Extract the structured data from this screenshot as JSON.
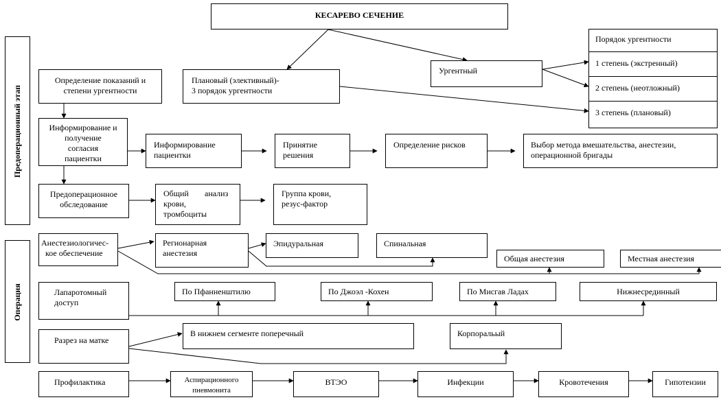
{
  "title": "КЕСАРЕВО СЕЧЕНИЕ",
  "phases": {
    "preop": "Предоперационный этап",
    "operation": "Операция"
  },
  "nodes": {
    "planned_l1": "Плановый  (элективный)-",
    "planned_l2": "3 порядок ургентности",
    "urgent": "Ургентный",
    "urgency_order": "Порядок ургентности",
    "degree1": "1 степень (экстренный)",
    "degree2": "2 степень (неотложный)",
    "degree3": "3 степень (плановый)",
    "indications_l1": "Определение показаний и",
    "indications_l2": "степени ургентности",
    "consent_l1": "Информирование и",
    "consent_l2": "получение",
    "consent_l3": "согласия",
    "consent_l4": "пациентки",
    "inform_l1": "Информирование",
    "inform_l2": "пациентки",
    "decision_l1": "Принятие",
    "decision_l2": "решения",
    "risks": "Определение рисков",
    "method_l1": "Выбор метода вмешательства, анестезии,",
    "method_l2": "операционной бригады",
    "preop_exam_l1": "Предоперационное",
    "preop_exam_l2": "обследование",
    "blood_l1a": "Общий",
    "blood_l1b": "анализ",
    "blood_l2": "крови,",
    "blood_l3": "тромбоциты",
    "group_l1": "Группа крови,",
    "group_l2": "резус-фактор",
    "anesth_l1": "Анестезиологичес-",
    "anesth_l2": "кое обеспечение",
    "regional_l1": "Регионарная",
    "regional_l2": "анестезия",
    "epidural": "Эпидуральная",
    "spinal": "Спинальная",
    "general": "Общая анестезия",
    "local": "Местная анестезия",
    "laparo_l1": "Лапаротомный",
    "laparo_l2": "доступ",
    "pfannenstiel": "По Пфанненштилю",
    "joel_cohen": "По Джоэл -Кохен",
    "misgav": "По Мисгав Ладах",
    "midline": "Нижнесрединный",
    "uterine_incision": "Разрез на матке",
    "lower_segment": "В нижнем сегменте поперечный",
    "corporal": "Корпоральый",
    "prophylaxis": "Профилактика",
    "aspiration_l1": "Аспирационного",
    "aspiration_l2": "пневмонита",
    "vte": "ВТЭО",
    "infections": "Инфекции",
    "bleeding": "Кровотечения",
    "hypotension": "Гипотензии"
  }
}
